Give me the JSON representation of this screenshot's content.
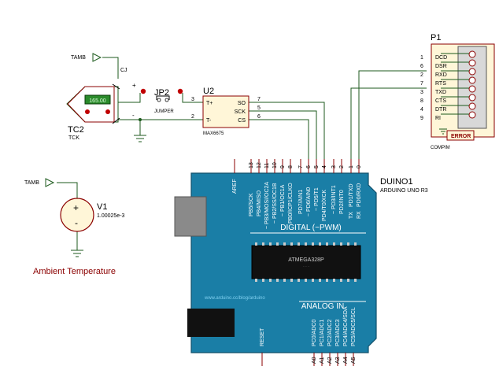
{
  "schematic": {
    "tamb_label": "TAMB",
    "cj_label": "CJ",
    "plus": "+",
    "minus": "-",
    "thermocouple": {
      "ref": "TC2",
      "type": "TCK",
      "display": "165.00"
    },
    "jumper": {
      "ref": "JP2",
      "name": "JUMPER"
    },
    "max": {
      "ref": "U2",
      "part": "MAX6675",
      "pins_left": [
        "T+",
        "T-"
      ],
      "pins_right": [
        "SO",
        "SCK",
        "CS"
      ],
      "pin_nums_left": [
        "3",
        "2"
      ],
      "pin_nums_right": [
        "7",
        "5",
        "6"
      ]
    },
    "compim": {
      "ref": "P1",
      "name": "COMPIM",
      "error": "ERROR",
      "signals": [
        "DCD",
        "DSR",
        "RXD",
        "RTS",
        "TXD",
        "CTS",
        "DTR",
        "RI"
      ],
      "pin_nums": [
        "1",
        "6",
        "2",
        "7",
        "3",
        "8",
        "4",
        "9"
      ]
    },
    "source": {
      "tamb_label": "TAMB",
      "ref": "V1",
      "value": "1.00025e-3",
      "plus": "+",
      "minus": "-",
      "caption": "Ambient Temperature"
    },
    "arduino": {
      "ref": "DUINO1",
      "part": "ARDUINO UNO R3",
      "aref": "AREF",
      "top_nums": [
        "13",
        "12",
        "11",
        "10",
        "9",
        "8",
        "7",
        "6",
        "5",
        "4",
        "3",
        "2",
        "1",
        "0"
      ],
      "top_pins": [
        "PB5/SCK",
        "PB4/MISO",
        "~ PB3/MOSI/OC2A",
        "~ PB2/SS/OC1B",
        "~ PB1/OC1A",
        "PB0/ICP1/CLKO",
        "PD7/AIN1",
        "~ PD6/AIN0",
        "~ PD5/T1",
        "PD4/T0/XCK",
        "~ PD3/INT1",
        "PD2/INT0",
        "PD1/TXD",
        "PD0/RXD"
      ],
      "tx": "TX",
      "rx": "RX",
      "digital": "DIGITAL (~PWM)",
      "chip": "ATMEGA328P",
      "website": "www.arduino.cc/blog/arduino",
      "analog": "ANALOG IN",
      "reset": "RESET",
      "analog_pins": [
        "PC0/ADC0",
        "PC1/ADC1",
        "PC2/ADC2",
        "PC3/ADC3",
        "PC4/ADC4/SDA",
        "PC5/ADC5/SCL"
      ],
      "analog_nums": [
        "A0",
        "A1",
        "A2",
        "A3",
        "A4",
        "A5"
      ]
    }
  },
  "colors": {
    "wire": "#1c5a1c",
    "pin": "#8b0000",
    "board": "#1a7ea6",
    "board_dark": "#11506b",
    "component_fill": "#fff6d8",
    "component_stroke": "#8b0000",
    "text_red": "#8b0000",
    "lcd": "#2a8a2a"
  }
}
